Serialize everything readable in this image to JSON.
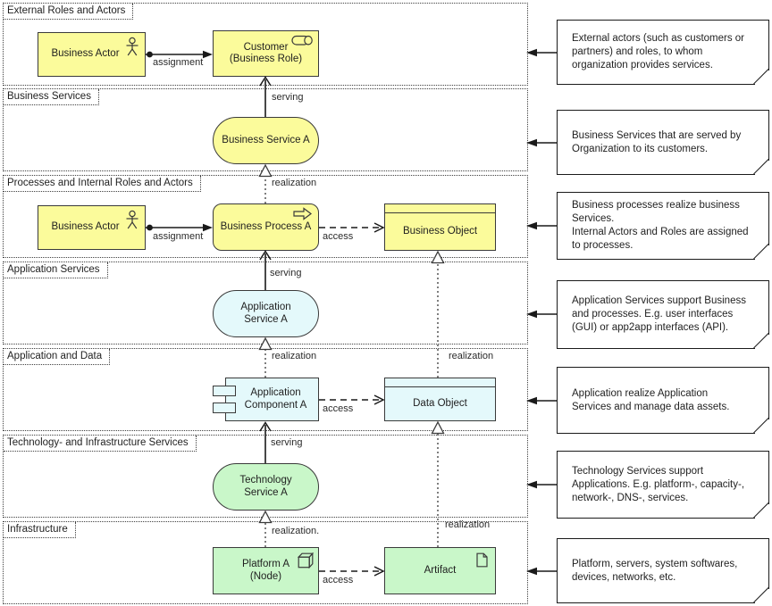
{
  "colors": {
    "business": "#fbfb9b",
    "application": "#e4f9fb",
    "technology": "#c9f7c9",
    "stroke": "#3a3a3a",
    "line": "#1a1a1a",
    "lane_border": "#3f3f3f",
    "text": "#1f1f1f"
  },
  "lanes": [
    {
      "label": "External Roles and Actors"
    },
    {
      "label": "Business Services"
    },
    {
      "label": "Processes and Internal Roles and Actors"
    },
    {
      "label": "Application Services"
    },
    {
      "label": "Application and Data"
    },
    {
      "label": "Technology- and Infrastructure Services"
    },
    {
      "label": "Infrastructure"
    }
  ],
  "elements": {
    "business_actor_1": {
      "label": "Business Actor"
    },
    "customer": {
      "label": "Customer (Business Role)"
    },
    "business_service": {
      "label": "Business Service A"
    },
    "business_actor_2": {
      "label": "Business Actor"
    },
    "business_process": {
      "label": "Business Process A"
    },
    "business_object": {
      "label": "Business Object"
    },
    "application_service": {
      "label": "Application Service A"
    },
    "application_component": {
      "label": "Application Component A"
    },
    "data_object": {
      "label": "Data Object"
    },
    "technology_service": {
      "label": "Technology Service A"
    },
    "platform": {
      "label": "Platform A (Node)"
    },
    "artifact": {
      "label": "Artifact"
    }
  },
  "connectors": {
    "assignment_1": "assignment",
    "serving_1": "serving",
    "realization_1": "realization",
    "assignment_2": "assignment",
    "access_1": "access",
    "serving_2": "serving",
    "realization_app": "realization",
    "realization_data": "realization",
    "access_2": "access",
    "serving_3": "serving",
    "realization_tech": "realization.",
    "realization_artifact": "realization",
    "access_3": "access"
  },
  "annotations": [
    {
      "text": "External actors (such as customers or partners) and roles, to whom organization provides services."
    },
    {
      "text": "Business Services that are served by Organization to its customers."
    },
    {
      "text": "Business processes realize business Services.\nInternal Actors and Roles are assigned to processes."
    },
    {
      "text": "Application Services support Business and processes. E.g. user interfaces (GUI) or app2app interfaces (API)."
    },
    {
      "text": "Application realize Application Services and manage data assets."
    },
    {
      "text": "Technology Services support Applications. E.g. platform-, capacity-, network-, DNS-, services."
    },
    {
      "text": "Platform, servers, system softwares, devices, networks, etc."
    }
  ]
}
